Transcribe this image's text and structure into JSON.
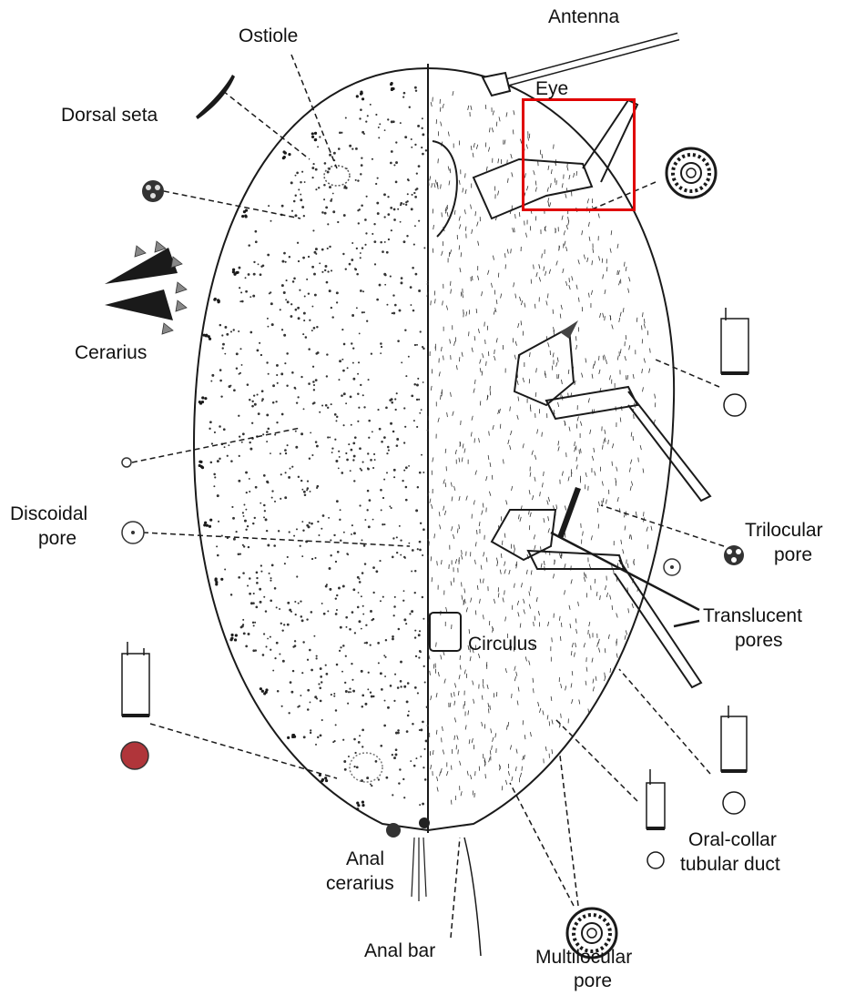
{
  "diagram": {
    "labels": {
      "antenna": "Antenna",
      "ostiole": "Ostiole",
      "eye": "Eye",
      "dorsal_seta": "Dorsal seta",
      "cerarius": "Cerarius",
      "discoidal_pore_line1": "Discoidal",
      "discoidal_pore_line2": "pore",
      "trilocular_pore_line1": "Trilocular",
      "trilocular_pore_line2": "pore",
      "translucent_pores_line1": "Translucent",
      "translucent_pores_line2": "pores",
      "circulus": "Circulus",
      "oral_collar_line1": "Oral-collar",
      "oral_collar_line2": "tubular duct",
      "anal_cerarius_line1": "Anal",
      "anal_cerarius_line2": "cerarius",
      "anal_bar": "Anal bar",
      "multilocular_pore_line1": "Multilocular",
      "multilocular_pore_line2": "pore"
    },
    "colors": {
      "line": "#1a1a1a",
      "highlight": "#e00000",
      "background": "#ffffff"
    },
    "icons": [
      "dorsal-seta-icon",
      "cerarius-icon",
      "trilocular-pore-icon",
      "discoidal-pore-icon",
      "multilocular-pore-icon",
      "oral-collar-duct-icon",
      "translucent-pore-icon"
    ]
  }
}
